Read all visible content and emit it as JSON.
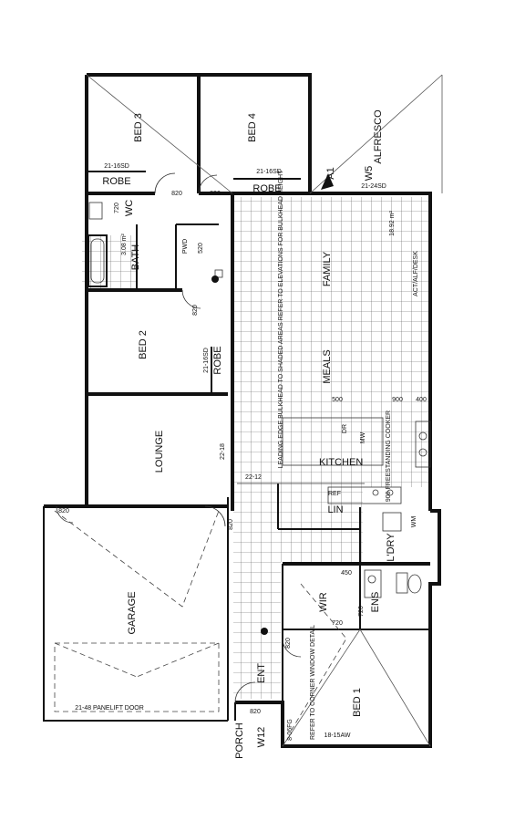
{
  "rooms": {
    "bed3": "BED 3",
    "bed4": "BED 4",
    "alfresco": "ALFRESCO",
    "bed2": "BED 2",
    "lounge": "LOUNGE",
    "garage": "GARAGE",
    "bed1": "BED 1",
    "family": "FAMILY",
    "meals": "MEALS",
    "kitchen": "KITCHEN",
    "bath": "BATH",
    "wc": "WC",
    "wir": "WIR",
    "ens": "ENS",
    "porch": "PORCH",
    "ent": "ENT",
    "lin": "LIN",
    "l_dry": "L'DRY",
    "robe_a": "ROBE",
    "robe_b": "ROBE",
    "robe_c": "ROBE",
    "pwd": "PWD",
    "ref": "REF",
    "dr": "DR"
  },
  "labels": {
    "bed3_win": "21-16SD",
    "bed4_win": "21-16SD",
    "alfresco_win": "21-24SD",
    "bed2_win": "21-16SD",
    "garage_door": "21-48 PANELIFT DOOR",
    "bed1_win": "18-15AW",
    "porch_win": "8-06FG",
    "w5": "W5",
    "w12": "W12",
    "a1": "A1",
    "door_820_a": "820",
    "door_820_b": "820",
    "door_820_c": "820",
    "door_820_d": "820",
    "door_820_e": "820",
    "door_820_f": "820",
    "door_820_g": "820",
    "door_720_a": "720",
    "door_720_b": "720",
    "door_720_c": "720",
    "door_520": "520",
    "dim_500": "500",
    "dim_900": "900",
    "dim_450": "450",
    "dim_400": "400",
    "ceil_22_18": "22-18",
    "ceil_22_12": "22-12",
    "area_3_08": "3.08 m²",
    "area_18_92": "18.92 m²",
    "wm": "WM",
    "mw": "MW",
    "note_tiles": "LEADING EDGE BULKHEAD TO SHADED AREAS REFER TO ELEVATIONS FOR BULKHEAD HEIGHT",
    "note_corner": "REFER TO CORNER WINDOW DETAIL",
    "note_cooker": "900 FREESTANDING COOKER",
    "alfresco_note": "ACT/ALF/DESK"
  }
}
